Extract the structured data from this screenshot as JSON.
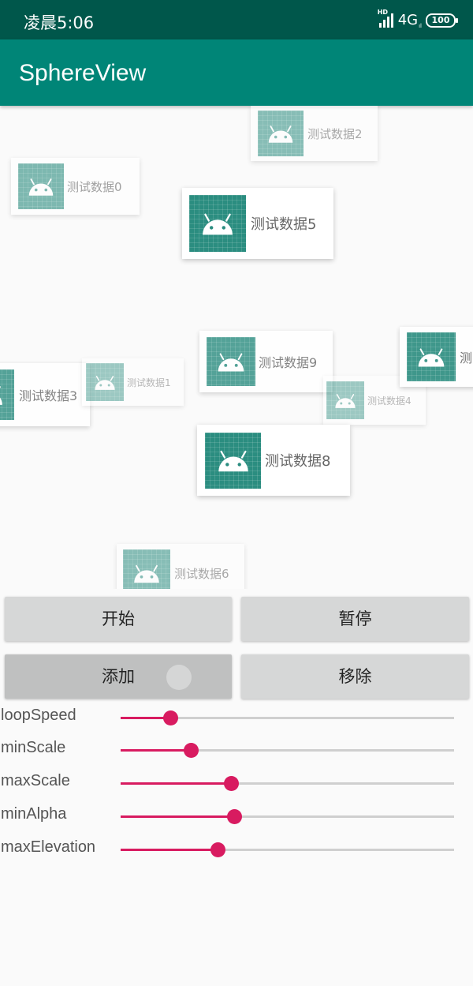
{
  "status_bar": {
    "time": "凌晨5:06",
    "hd": "HD",
    "network": "4G",
    "network_sub": "ıl",
    "battery": "100"
  },
  "app_bar": {
    "title": "SphereView"
  },
  "sphere": {
    "tags": [
      {
        "label": "测试数据2"
      },
      {
        "label": "测试数据0"
      },
      {
        "label": "测试数据5"
      },
      {
        "label": "测试数据9"
      },
      {
        "label": "测试数据3"
      },
      {
        "label": "测试数据1"
      },
      {
        "label": "测试数据4"
      },
      {
        "label": "测"
      },
      {
        "label": "测试数据8"
      },
      {
        "label": "测试数据6"
      }
    ]
  },
  "buttons": {
    "start": "开始",
    "pause": "暂停",
    "add": "添加",
    "remove": "移除"
  },
  "sliders": [
    {
      "label": "loopSpeed",
      "value": 0.15
    },
    {
      "label": "minScale",
      "value": 0.21
    },
    {
      "label": "maxScale",
      "value": 0.33
    },
    {
      "label": "minAlpha",
      "value": 0.34
    },
    {
      "label": "maxElevation",
      "value": 0.29
    }
  ],
  "colors": {
    "status_bar": "#00574b",
    "app_bar": "#008577",
    "accent": "#d81b60",
    "tag_image": "#2b8d80"
  },
  "icons": {
    "tag_image": "android-icon"
  }
}
